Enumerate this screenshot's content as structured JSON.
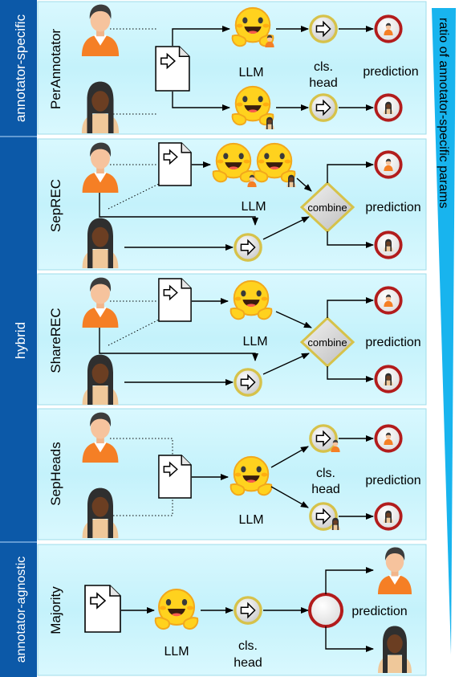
{
  "side_labels": {
    "annotator_specific": "annotator-specific",
    "hybrid": "hybrid",
    "annotator_agnostic": "annotator-agnostic"
  },
  "ratio_label": "ratio of annotator-specific params",
  "colors": {
    "panel_fill": "#c8f3fc",
    "panel_light": "#e3fafe",
    "band_fill": "#0c59a8",
    "wedge_fill": "#18b4ee",
    "pred_ring": "#b21c1c",
    "head_ring": "#d6c24a",
    "orange_person": "#f57f25",
    "dark_person": "#6b3e22"
  },
  "rows": {
    "perannotator": {
      "name": "PerAnnotator",
      "llm": "LLM",
      "head_line1": "cls.",
      "head_line2": "head",
      "prediction": "prediction"
    },
    "seprec": {
      "name": "SepREC",
      "llm": "LLM",
      "combine": "combine",
      "prediction": "prediction"
    },
    "sharerec": {
      "name": "ShareREC",
      "llm": "LLM",
      "combine": "combine",
      "prediction": "prediction"
    },
    "sepheads": {
      "name": "SepHeads",
      "llm": "LLM",
      "head_line1": "cls.",
      "head_line2": "head",
      "prediction": "prediction"
    },
    "majority": {
      "name": "Majority",
      "llm": "LLM",
      "head_line1": "cls.",
      "head_line2": "head",
      "prediction": "prediction"
    }
  },
  "icons": [
    "person-icon",
    "document-icon",
    "llm-emoji-icon",
    "arrow-circle-icon",
    "prediction-circle-icon",
    "combine-diamond-icon"
  ]
}
